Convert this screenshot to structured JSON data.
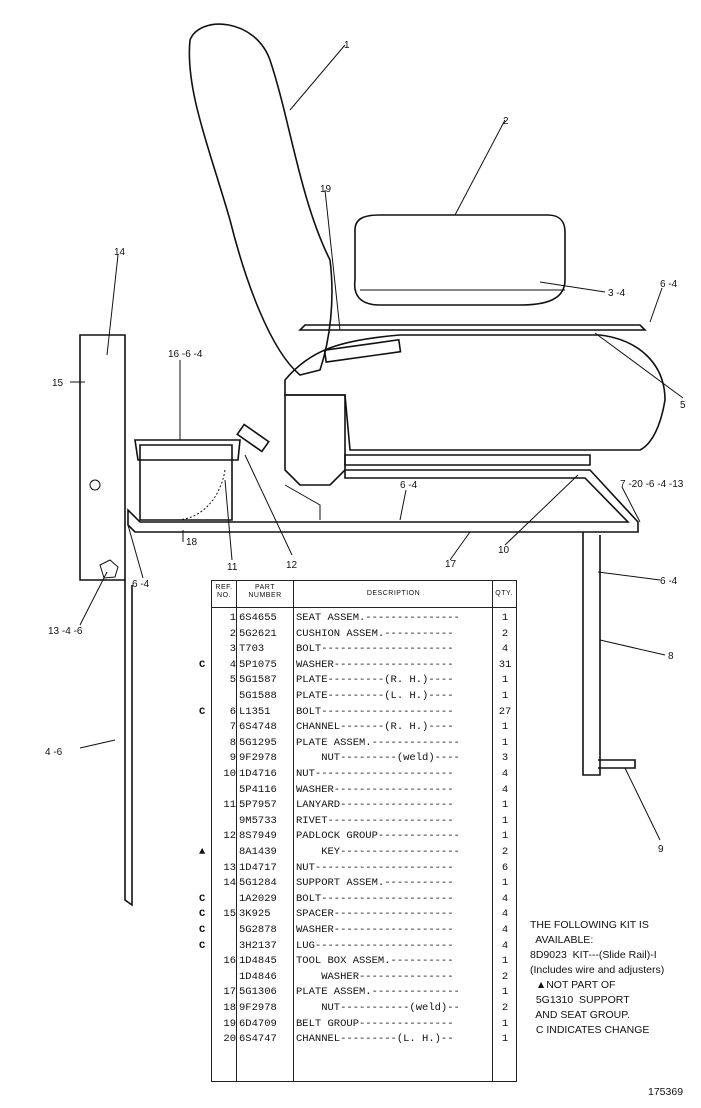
{
  "callouts": [
    "1",
    "2",
    "19",
    "3 -4",
    "6 -4",
    "5",
    "14",
    "15",
    "16 -6 -4",
    "7 -20 -6 -4 -13",
    "6 -4",
    "10",
    "17",
    "12",
    "11",
    "18",
    "6 -4",
    "6 -4",
    "8",
    "13 -4 -6",
    "4 -6",
    "9"
  ],
  "table": {
    "headers": {
      "ref": "REF. NO.",
      "part": "PART NUMBER",
      "description": "DESCRIPTION",
      "qty": "QTY."
    },
    "rows": [
      {
        "mark": "",
        "ref": "1",
        "part": "6S4655",
        "desc": "SEAT ASSEM.---------------",
        "qty": "1"
      },
      {
        "mark": "",
        "ref": "2",
        "part": "5G2621",
        "desc": "CUSHION ASSEM.-----------",
        "qty": "2"
      },
      {
        "mark": "",
        "ref": "3",
        "part": "T703",
        "desc": "BOLT---------------------",
        "qty": "4"
      },
      {
        "mark": "C",
        "ref": "4",
        "part": "5P1075",
        "desc": "WASHER-------------------",
        "qty": "31"
      },
      {
        "mark": "",
        "ref": "5",
        "part": "5G1587",
        "desc": "PLATE---------(R. H.)----",
        "qty": "1"
      },
      {
        "mark": "",
        "ref": "",
        "part": "5G1588",
        "desc": "PLATE---------(L. H.)----",
        "qty": "1"
      },
      {
        "mark": "C",
        "ref": "6",
        "part": "L1351",
        "desc": "BOLT---------------------",
        "qty": "27"
      },
      {
        "mark": "",
        "ref": "7",
        "part": "6S4748",
        "desc": "CHANNEL-------(R. H.)----",
        "qty": "1"
      },
      {
        "mark": "",
        "ref": "8",
        "part": "5G1295",
        "desc": "PLATE ASSEM.--------------",
        "qty": "1"
      },
      {
        "mark": "",
        "ref": "9",
        "part": "9F2978",
        "desc": "    NUT---------(weld)----",
        "qty": "3"
      },
      {
        "mark": "",
        "ref": "10",
        "part": "1D4716",
        "desc": "NUT----------------------",
        "qty": "4"
      },
      {
        "mark": "",
        "ref": "",
        "part": "5P4116",
        "desc": "WASHER-------------------",
        "qty": "4"
      },
      {
        "mark": "",
        "ref": "11",
        "part": "5P7957",
        "desc": "LANYARD------------------",
        "qty": "1"
      },
      {
        "mark": "",
        "ref": "",
        "part": "9M5733",
        "desc": "RIVET--------------------",
        "qty": "1"
      },
      {
        "mark": "",
        "ref": "12",
        "part": "8S7949",
        "desc": "PADLOCK GROUP-------------",
        "qty": "1"
      },
      {
        "mark": "▲",
        "ref": "",
        "part": "8A1439",
        "desc": "    KEY-------------------",
        "qty": "2"
      },
      {
        "mark": "",
        "ref": "13",
        "part": "1D4717",
        "desc": "NUT----------------------",
        "qty": "6"
      },
      {
        "mark": "",
        "ref": "14",
        "part": "5G1284",
        "desc": "SUPPORT ASSEM.-----------",
        "qty": "1"
      },
      {
        "mark": "C",
        "ref": "",
        "part": "1A2029",
        "desc": "BOLT---------------------",
        "qty": "4"
      },
      {
        "mark": "C",
        "ref": "15",
        "part": "3K925",
        "desc": "SPACER-------------------",
        "qty": "4"
      },
      {
        "mark": "C",
        "ref": "",
        "part": "5G2878",
        "desc": "WASHER-------------------",
        "qty": "4"
      },
      {
        "mark": "C",
        "ref": "",
        "part": "3H2137",
        "desc": "LUG----------------------",
        "qty": "4"
      },
      {
        "mark": "",
        "ref": "16",
        "part": "1D4845",
        "desc": "TOOL BOX ASSEM.----------",
        "qty": "1"
      },
      {
        "mark": "",
        "ref": "",
        "part": "1D4846",
        "desc": "    WASHER---------------",
        "qty": "2"
      },
      {
        "mark": "",
        "ref": "17",
        "part": "5G1306",
        "desc": "PLATE ASSEM.--------------",
        "qty": "1"
      },
      {
        "mark": "",
        "ref": "18",
        "part": "9F2978",
        "desc": "    NUT-----------(weld)--",
        "qty": "2"
      },
      {
        "mark": "",
        "ref": "19",
        "part": "6D4709",
        "desc": "BELT GROUP---------------",
        "qty": "1"
      },
      {
        "mark": "",
        "ref": "20",
        "part": "6S4747",
        "desc": "CHANNEL---------(L. H.)--",
        "qty": "1"
      }
    ]
  },
  "kit_note": [
    "THE FOLLOWING KIT IS",
    "  AVAILABLE:",
    "8D9023  KIT---(Slide Rail)-I",
    "(Includes wire and adjusters)",
    "  ▲NOT PART OF",
    "  5G1310  SUPPORT",
    "  AND SEAT GROUP.",
    "  C INDICATES CHANGE"
  ],
  "drawing_number": "175369"
}
